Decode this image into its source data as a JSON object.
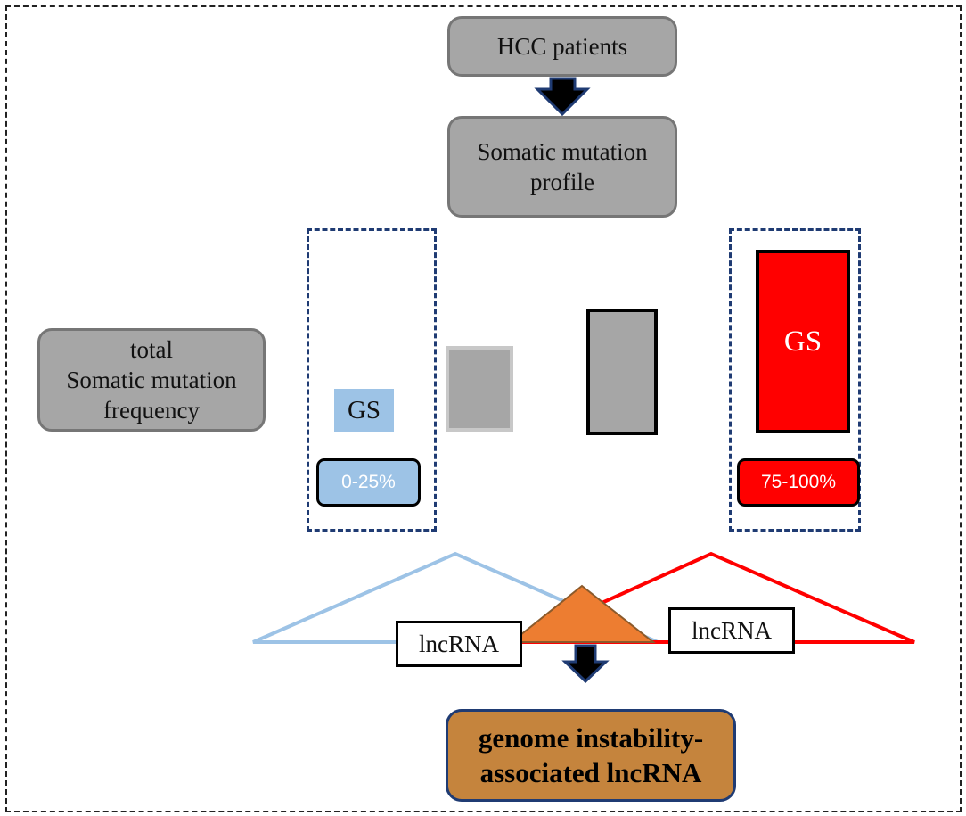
{
  "nodes": {
    "hcc": "HCC patients",
    "somatic_profile": [
      "Somatic mutation",
      "profile"
    ],
    "total_frequency": [
      "total",
      "Somatic mutation",
      "frequency"
    ],
    "gs_low": "GS",
    "gs_high": "GS",
    "low_range": "0-25%",
    "high_range": "75-100%",
    "lncrna_left": "lncRNA",
    "lncrna_right": "lncRNA",
    "result": [
      "genome instability-",
      "associated lncRNA"
    ]
  },
  "colors": {
    "gray_box": "#a6a6a6",
    "low_group": "#9dc3e6",
    "high_group": "#ff0000",
    "overlap": "#ed7d31",
    "result": "#c5843d",
    "frame_blue": "#1f3b73",
    "arrow_fill": "#000000"
  },
  "icons": [
    "down-arrow-icon",
    "down-arrow-icon"
  ]
}
